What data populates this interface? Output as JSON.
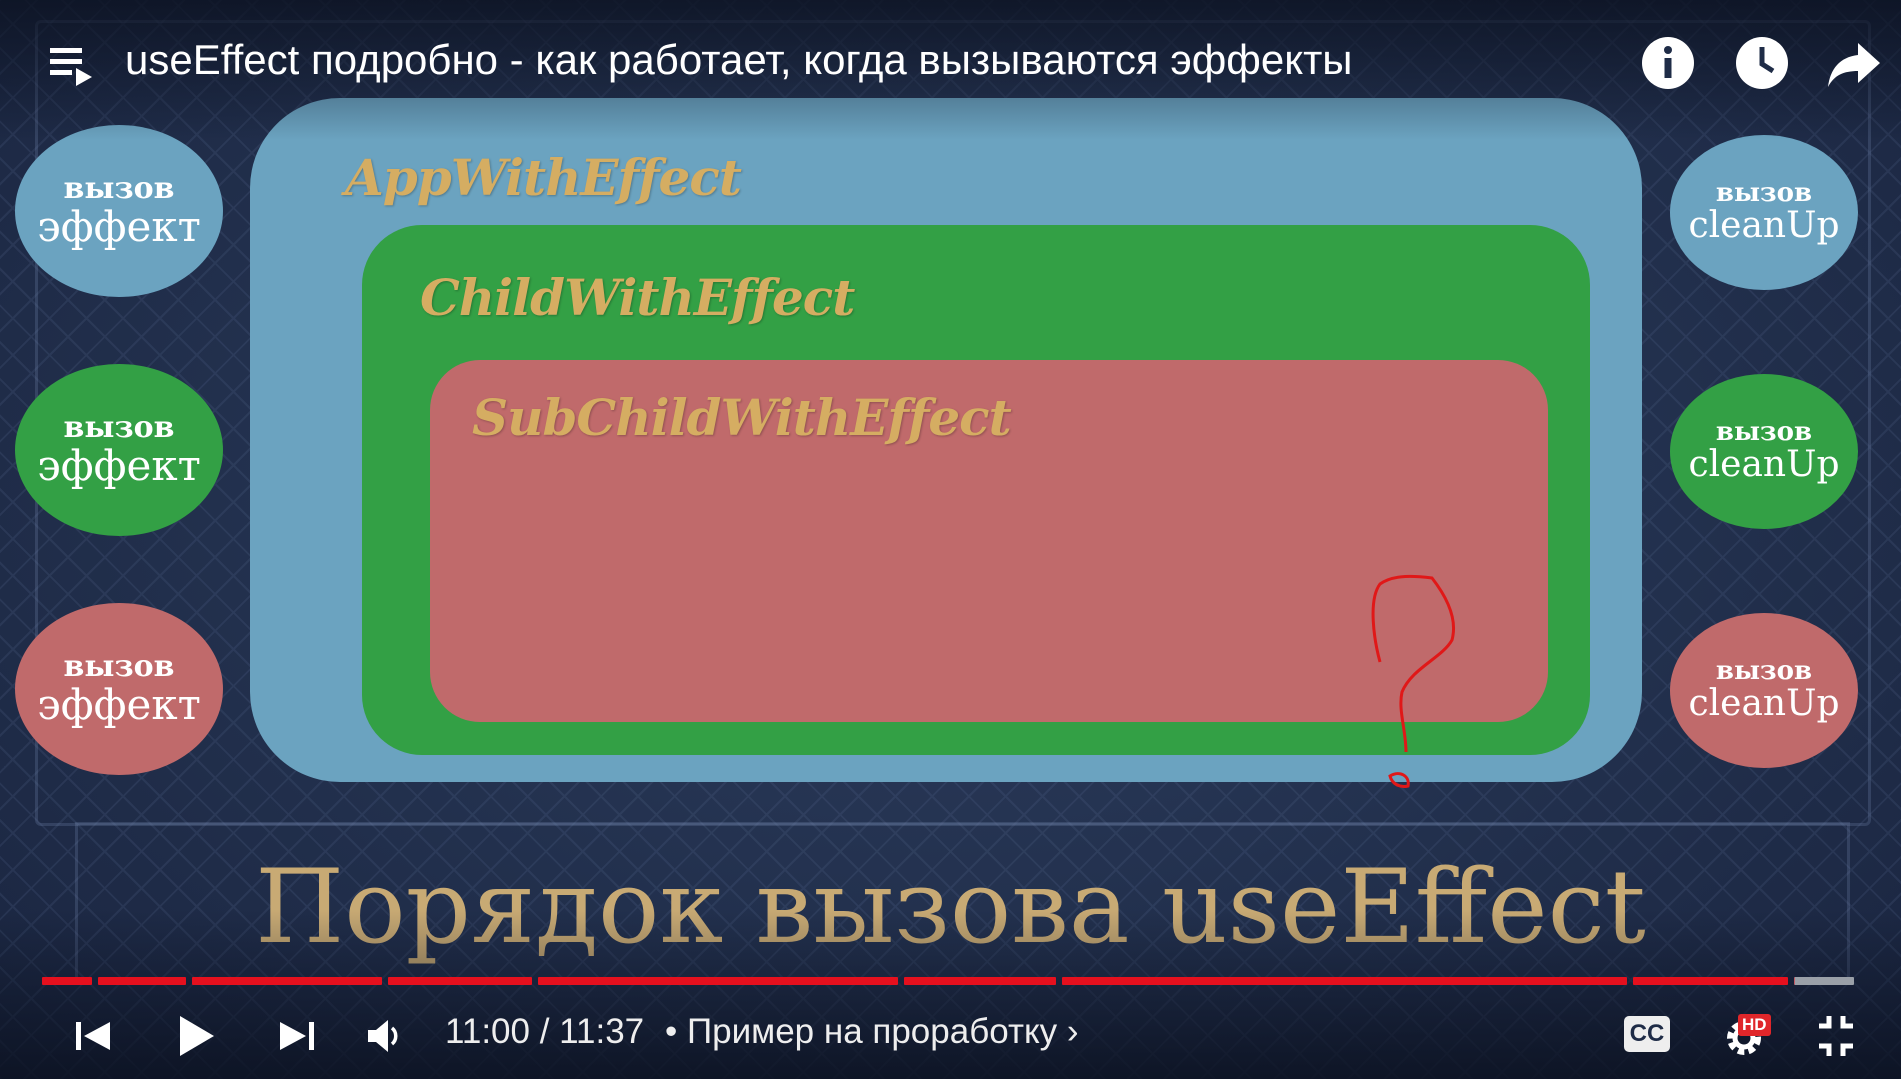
{
  "video": {
    "title": "useEffect подробно - как работает, когда вызываются эффекты",
    "heading": "Порядок вызова useEffect"
  },
  "diagram": {
    "app_label": "AppWithEffect",
    "child_label": "ChildWithEffect",
    "subchild_label": "SubChildWithEffect",
    "left_ovals": [
      {
        "line1": "вызов",
        "line2": "эффект",
        "color": "#6ba3c0"
      },
      {
        "line1": "вызов",
        "line2": "эффект",
        "color": "#33a045"
      },
      {
        "line1": "вызов",
        "line2": "эффект",
        "color": "#c06a6b"
      }
    ],
    "right_ovals": [
      {
        "line1": "вызов",
        "line2": "cleanUp",
        "color": "#6ba3c0"
      },
      {
        "line1": "вызов",
        "line2": "cleanUp",
        "color": "#33a045"
      },
      {
        "line1": "вызов",
        "line2": "cleanUp",
        "color": "#c06a6b"
      }
    ]
  },
  "player": {
    "time": "11:00 / 11:37",
    "chapter": "• Пример на проработку",
    "chapter_chevron": "›",
    "cc_label": "CC",
    "hd_badge": "HD",
    "progress_fraction": 0.9671,
    "accent": "#e5101e"
  },
  "icons": [
    "playlist-icon",
    "info-icon",
    "watch-later-icon",
    "share-icon",
    "previous-icon",
    "play-icon",
    "next-icon",
    "volume-icon",
    "subtitles-icon",
    "settings-icon",
    "exit-fullscreen-icon"
  ]
}
